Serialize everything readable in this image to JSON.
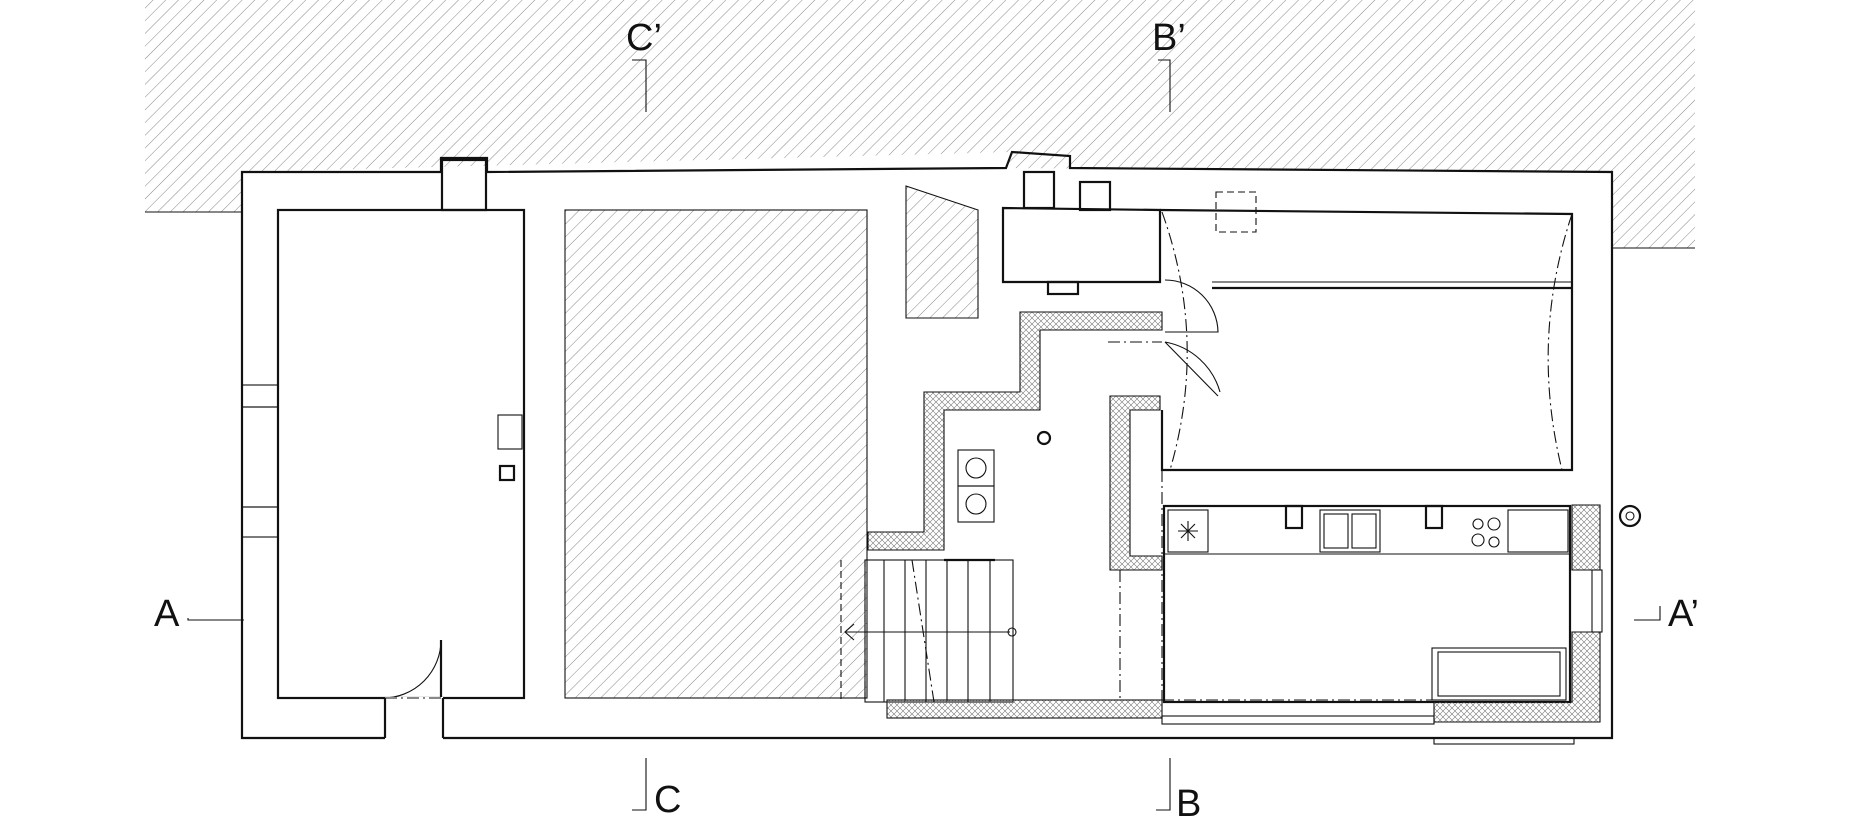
{
  "section_marks": {
    "a_left": "A",
    "a_right": "A’",
    "b_top": "B’",
    "b_bottom": "B",
    "c_top": "C’",
    "c_bottom": "C"
  }
}
